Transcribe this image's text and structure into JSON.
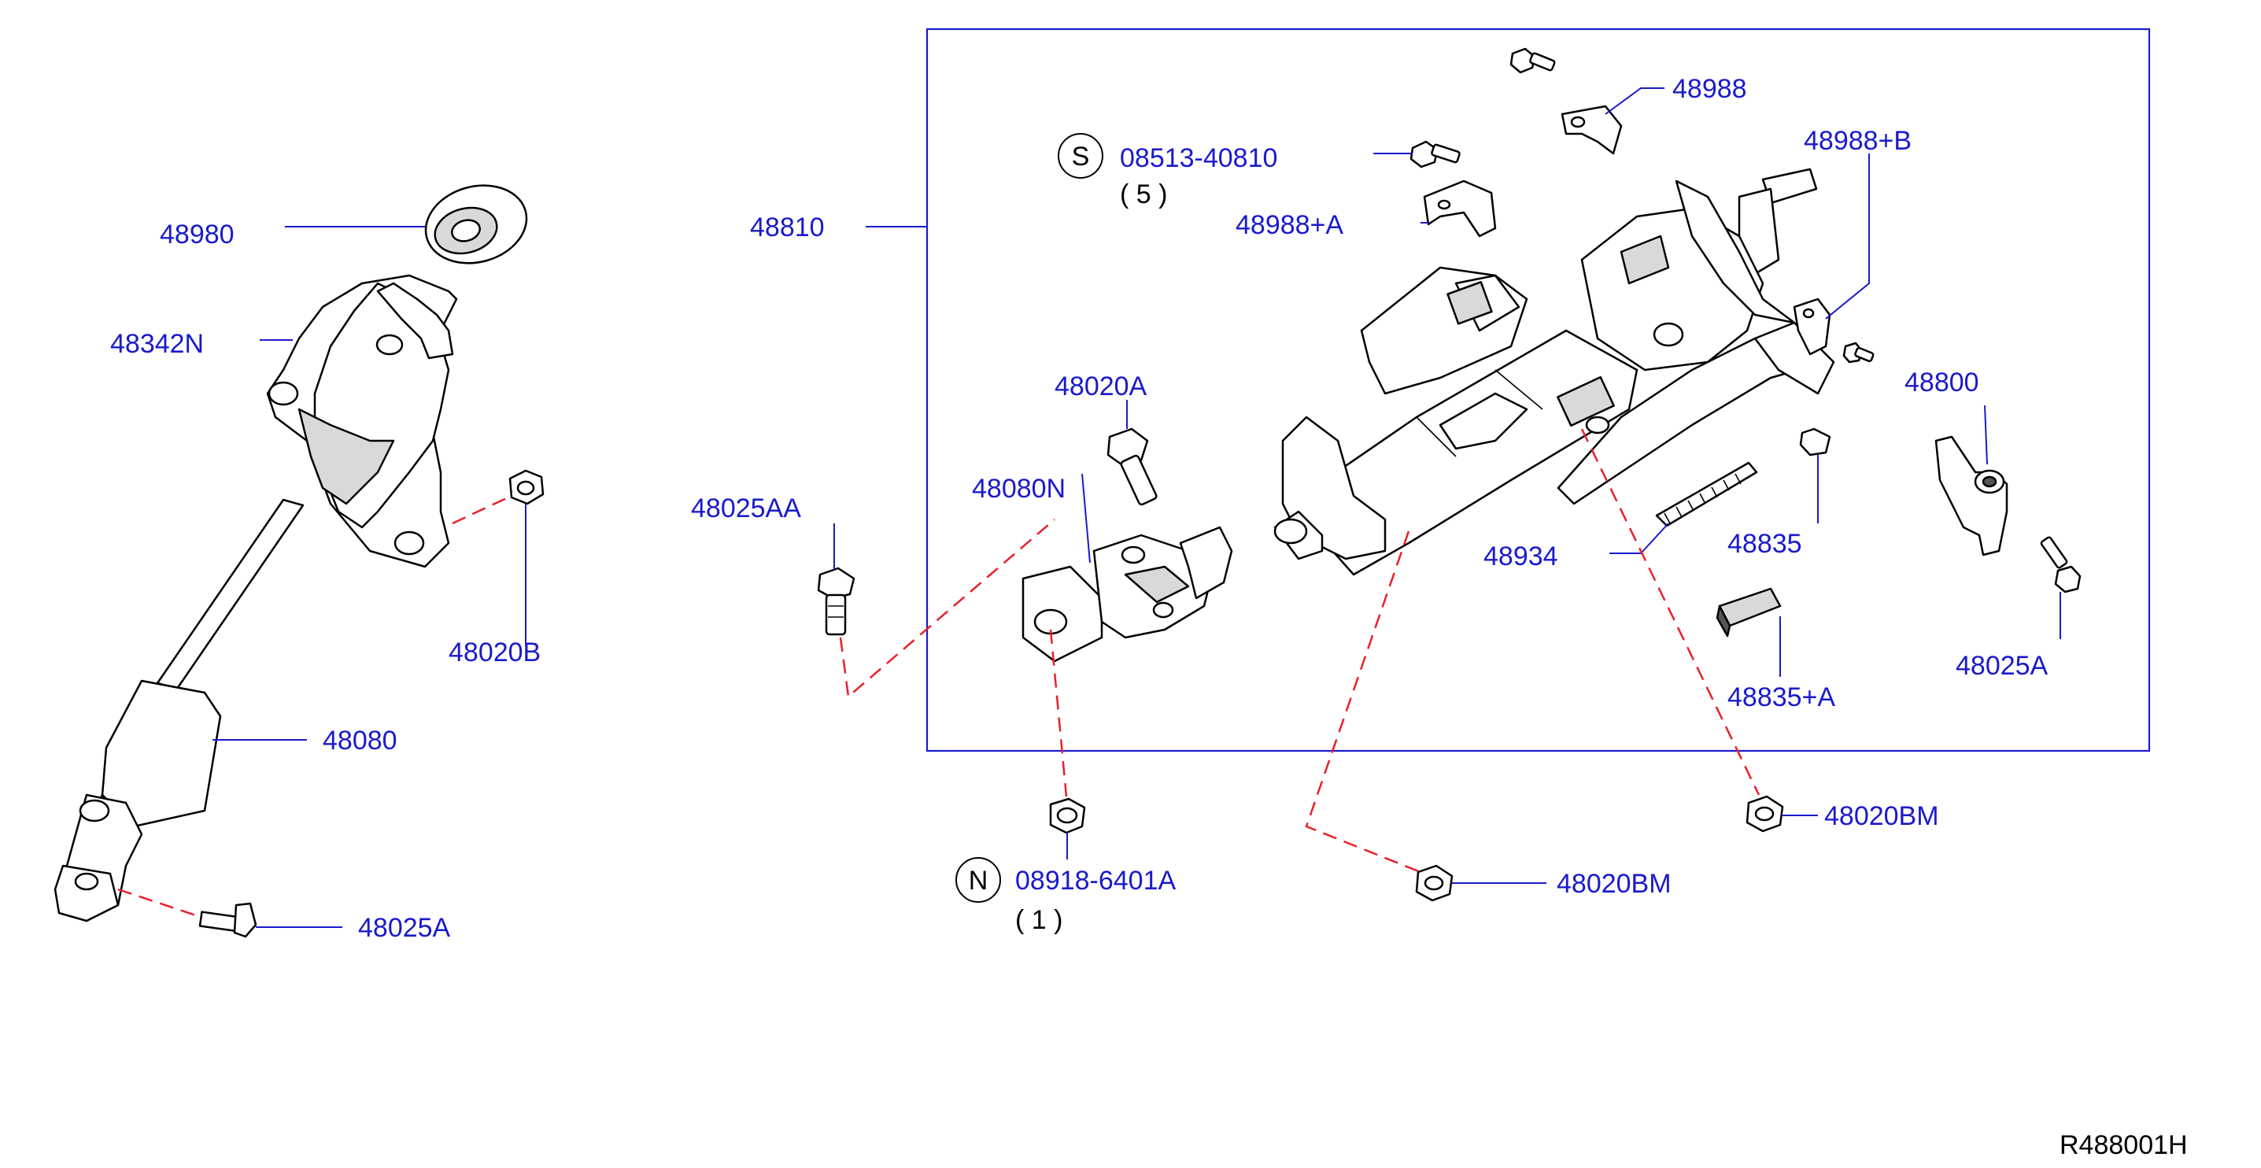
{
  "diagram": {
    "reference": "R488001H",
    "labels": {
      "p48980": "48980",
      "p48342N": "48342N",
      "p48020B": "48020B",
      "p48080": "48080",
      "p48025A_left": "48025A",
      "p48810": "48810",
      "p48025AA": "48025AA",
      "p48020A": "48020A",
      "p48080N": "48080N",
      "p08918": "08918-6401A",
      "p08918_qty": "( 1 )",
      "p08918_symbol": "N",
      "p08513": "08513-40810",
      "p08513_qty": "( 5 )",
      "p08513_symbol": "S",
      "p48988": "48988",
      "p48988A": "48988+A",
      "p48988B": "48988+B",
      "p48800": "48800",
      "p48934": "48934",
      "p48835": "48835",
      "p48835A": "48835+A",
      "p48025A_right": "48025A",
      "p48020BM_right": "48020BM",
      "p48020BM_bottom": "48020BM"
    }
  }
}
